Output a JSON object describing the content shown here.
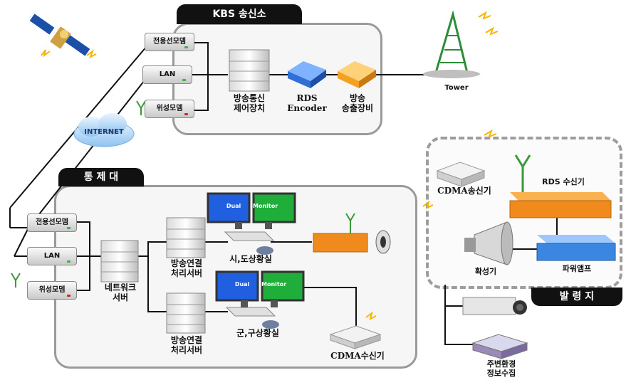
{
  "kbs": {
    "title": "KBS 송신소",
    "modem_dedicated": "전용선모뎀",
    "lan": "LAN",
    "modem_satellite": "위성모뎀",
    "control": [
      "방송통신",
      "제어장치"
    ],
    "rds_encoder": [
      "RDS",
      "Encoder"
    ],
    "tx_equipment": [
      "방송",
      "송출장비"
    ],
    "tower": "Tower"
  },
  "internet": "INTERNET",
  "control_center": {
    "title": "통 제 대",
    "modem_dedicated": "전용선모뎀",
    "lan": "LAN",
    "modem_satellite": "위성모뎀",
    "network_server": [
      "네트워크",
      "서버"
    ],
    "relay_server_1": [
      "방송연결",
      "처리서버"
    ],
    "relay_server_2": [
      "방송연결",
      "처리서버"
    ],
    "monitor_text": [
      "Dual",
      "Monitor"
    ],
    "city_office": "시,도상황실",
    "county_office": "군,구상황실",
    "cdma_receiver": "CDMA수신기"
  },
  "site": {
    "title": "발 령 지",
    "cdma_transmitter": "CDMA송신기",
    "rds_receiver": "RDS 수신기",
    "speaker": "확성기",
    "power_amp": "파워앰프",
    "env_collect": [
      "주변환경",
      "정보수집"
    ]
  },
  "colors": {
    "panel_border": "#9a9a9a",
    "tag_bg": "#111111",
    "encoder_blue": "#2f6fd6",
    "tx_orange": "#f4a020",
    "rds_orange": "#f08a1c",
    "amp_blue": "#3a86e0",
    "tower_green": "#2e8b3a",
    "monitor_blue": "#1f5fe0",
    "monitor_green": "#1fae3a"
  }
}
